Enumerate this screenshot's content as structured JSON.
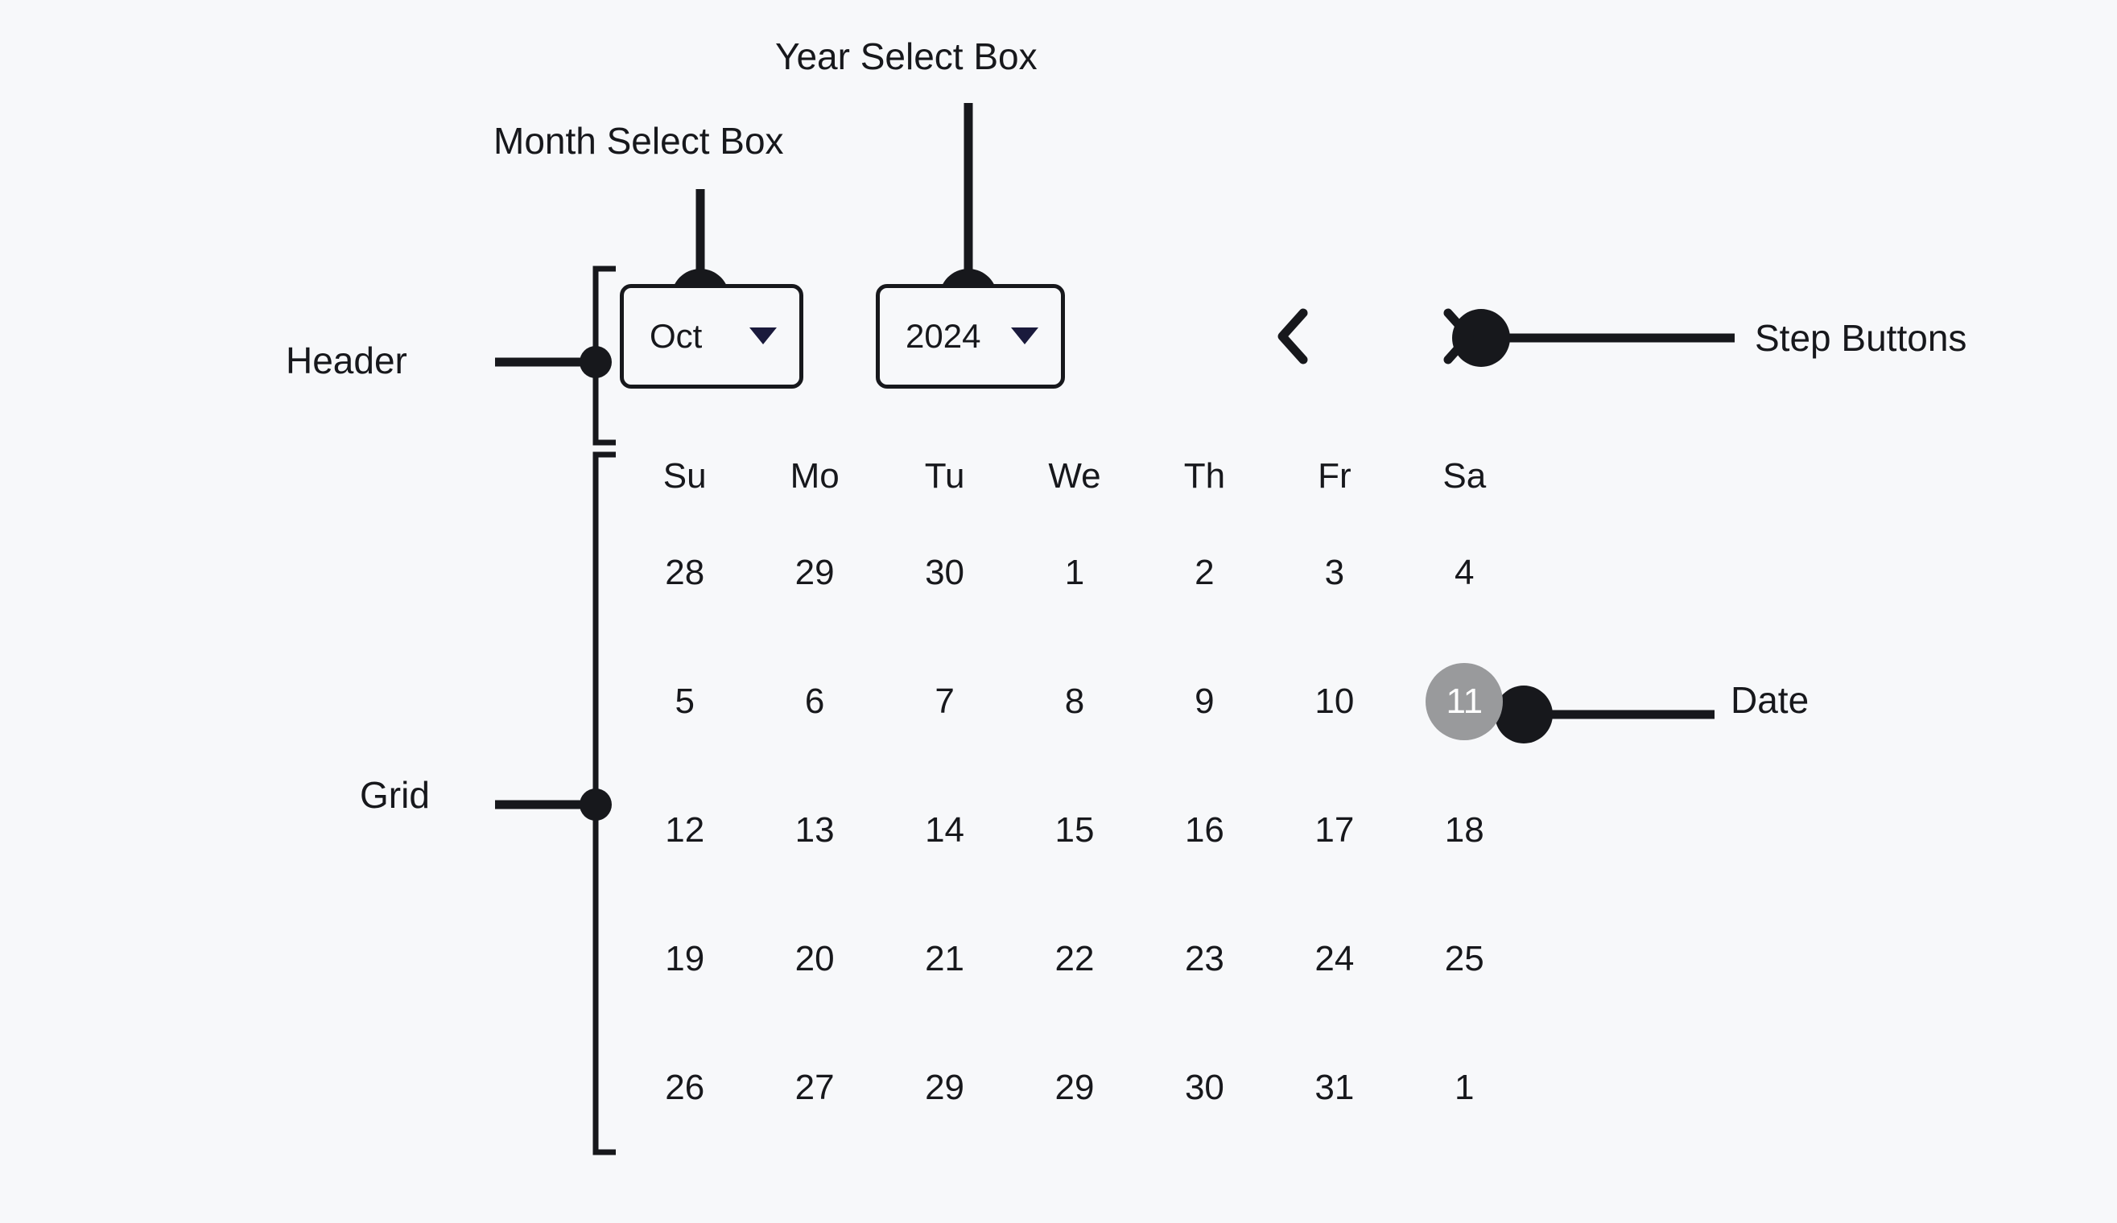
{
  "annotations": {
    "month_select": "Month Select Box",
    "year_select": "Year Select Box",
    "header": "Header",
    "grid": "Grid",
    "step_buttons": "Step Buttons",
    "date": "Date"
  },
  "datepicker": {
    "header": {
      "month": {
        "value": "Oct",
        "caret_icon": "chevron-down-icon"
      },
      "year": {
        "value": "2024",
        "caret_icon": "chevron-down-icon"
      },
      "prev_button": {
        "icon": "chevron-left-icon",
        "label": "Previous"
      },
      "next_button": {
        "icon": "chevron-right-icon",
        "label": "Next"
      }
    },
    "grid": {
      "weekdays": [
        "Su",
        "Mo",
        "Tu",
        "We",
        "Th",
        "Fr",
        "Sa"
      ],
      "selected_day": "11",
      "weeks": [
        [
          "28",
          "29",
          "30",
          "1",
          "2",
          "3",
          "4"
        ],
        [
          "5",
          "6",
          "7",
          "8",
          "9",
          "10",
          "11"
        ],
        [
          "12",
          "13",
          "14",
          "15",
          "16",
          "17",
          "18"
        ],
        [
          "19",
          "20",
          "21",
          "22",
          "23",
          "24",
          "25"
        ],
        [
          "26",
          "27",
          "29",
          "29",
          "30",
          "31",
          "1"
        ]
      ]
    }
  },
  "colors": {
    "background": "#f7f8fa",
    "ink": "#17181c",
    "caret": "#1a1a3c",
    "selected_bg": "#999a9c",
    "selected_text": "#ffffff"
  }
}
